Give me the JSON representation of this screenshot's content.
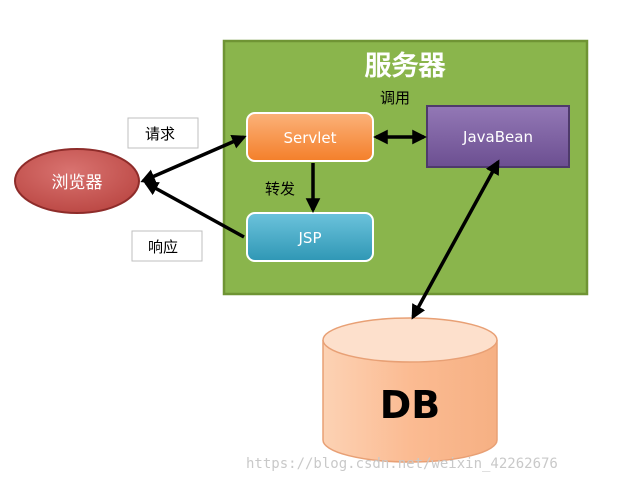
{
  "server": {
    "title": "服务器",
    "fill": "#8ab54c",
    "border": "#6f9434"
  },
  "browser": {
    "label": "浏览器",
    "fill": "#c0504d"
  },
  "servlet": {
    "label": "Servlet",
    "fill": "#f79646"
  },
  "javabean": {
    "label": "JavaBean",
    "fill": "#8064a2"
  },
  "jsp": {
    "label": "JSP",
    "fill": "#4bacc6"
  },
  "db": {
    "label": "DB",
    "fill": "#fbc8a6"
  },
  "labels": {
    "request": "请求",
    "response": "响应",
    "call": "调用",
    "forward": "转发"
  },
  "watermark": "https://blog.csdn.net/weixin_42262676"
}
